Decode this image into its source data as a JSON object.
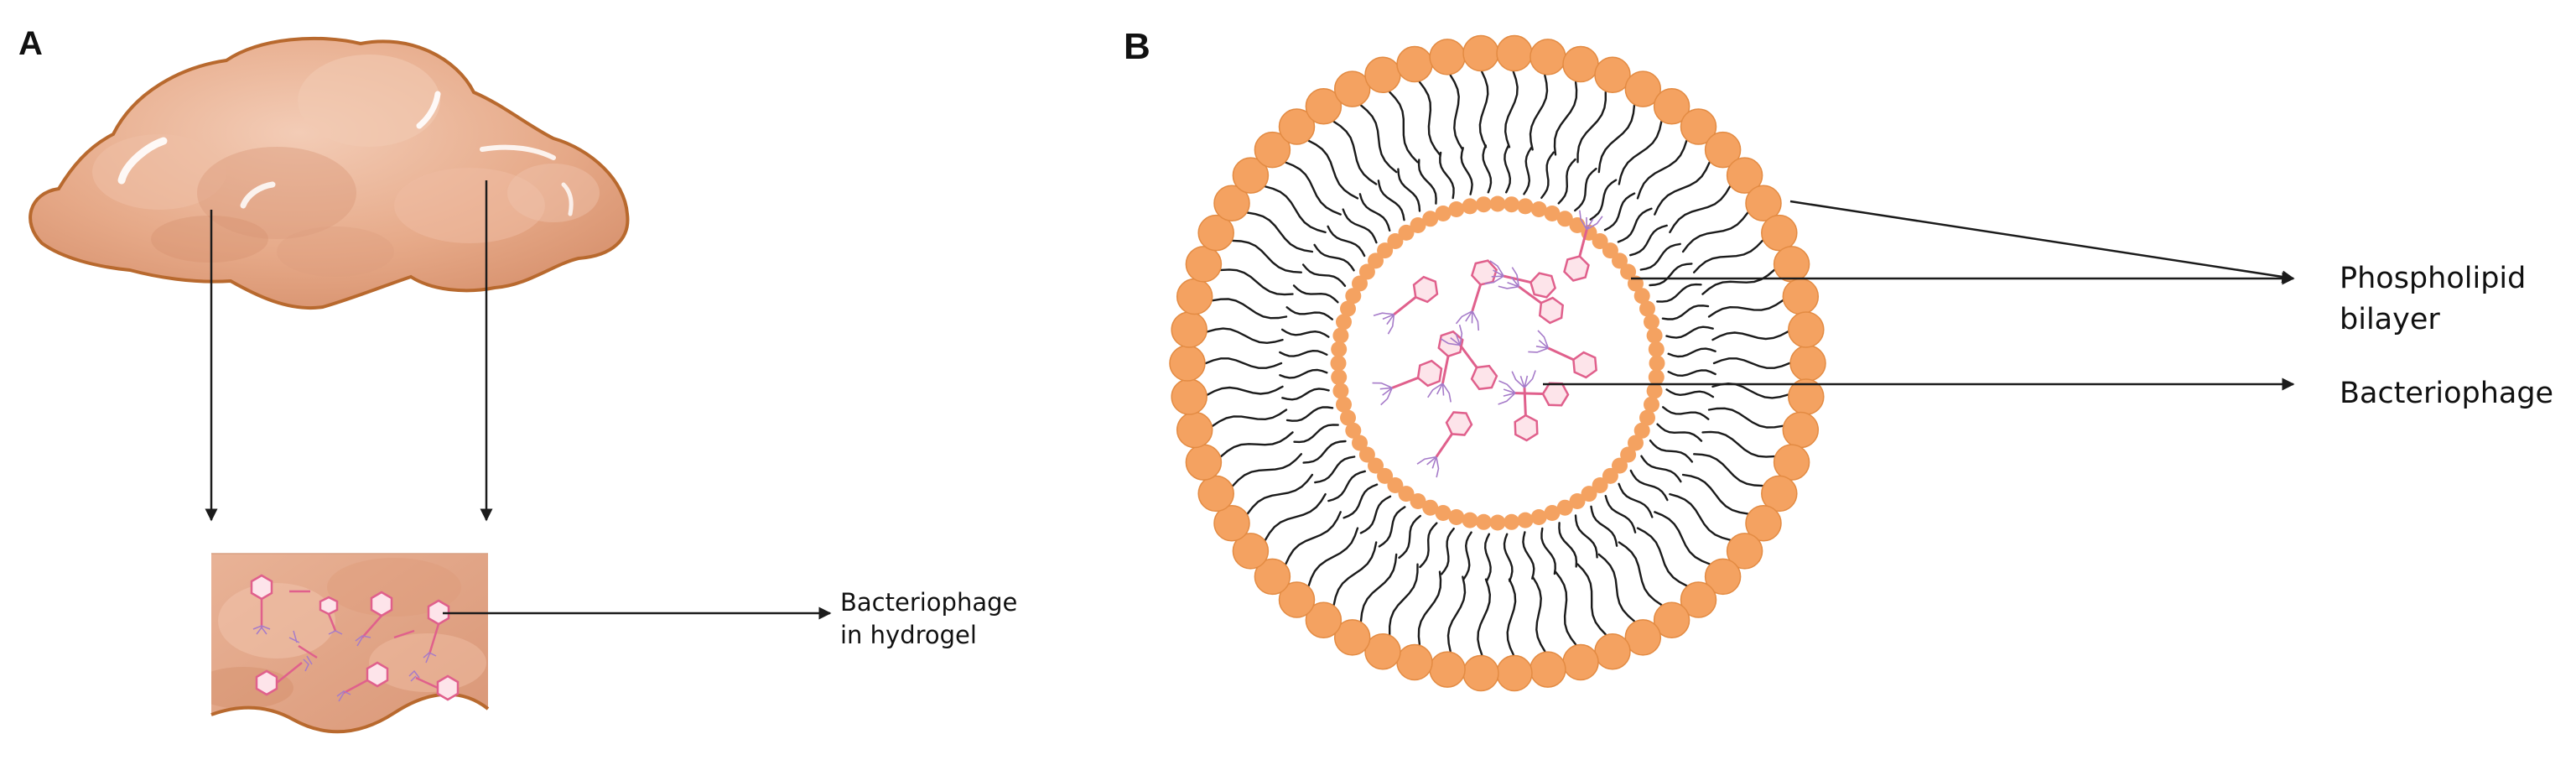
{
  "panels": {
    "a": {
      "letter": "A",
      "hydrogel_label": [
        "Bacteriophage",
        "in hydrogel"
      ]
    },
    "b": {
      "letter": "B",
      "bilayer_label": [
        "Phospholipid",
        "bilayer"
      ],
      "phage_label": "Bacteriophage"
    }
  },
  "colors": {
    "hydrogel_fill": "#e9b49a",
    "hydrogel_outline": "#b8692e",
    "phospholipid_head": "#f4a261",
    "phospholipid_head_stroke": "#e38b43",
    "lipid_tail": "#1b1b1b",
    "phage": "#e0608c",
    "phage_fiber": "#a67bc9",
    "arrow": "#1b1b1b"
  },
  "icons": [
    "hydrogel-blob",
    "hydrogel-section",
    "bacteriophage-icon",
    "liposome",
    "phospholipid-head",
    "arrow"
  ]
}
